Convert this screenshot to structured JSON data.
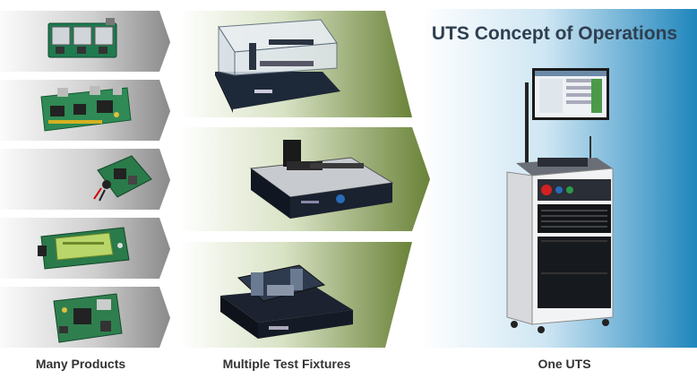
{
  "title": "UTS Concept of Operations",
  "captions": {
    "products": "Many Products",
    "fixtures": "Multiple Test Fixtures",
    "uts": "One UTS"
  },
  "colors": {
    "product_arrow_dark": "#8a8a8a",
    "product_arrow_light": "#f2f2f2",
    "fixture_green": "#6a8238",
    "uts_blue": "#1f86bd",
    "title_color": "#2e3f50"
  },
  "products": [
    {
      "name": "product-board-1"
    },
    {
      "name": "product-board-2"
    },
    {
      "name": "product-board-3"
    },
    {
      "name": "product-board-4"
    },
    {
      "name": "product-board-5"
    }
  ],
  "fixtures": [
    {
      "name": "test-fixture-1"
    },
    {
      "name": "test-fixture-2"
    },
    {
      "name": "test-fixture-3"
    }
  ]
}
